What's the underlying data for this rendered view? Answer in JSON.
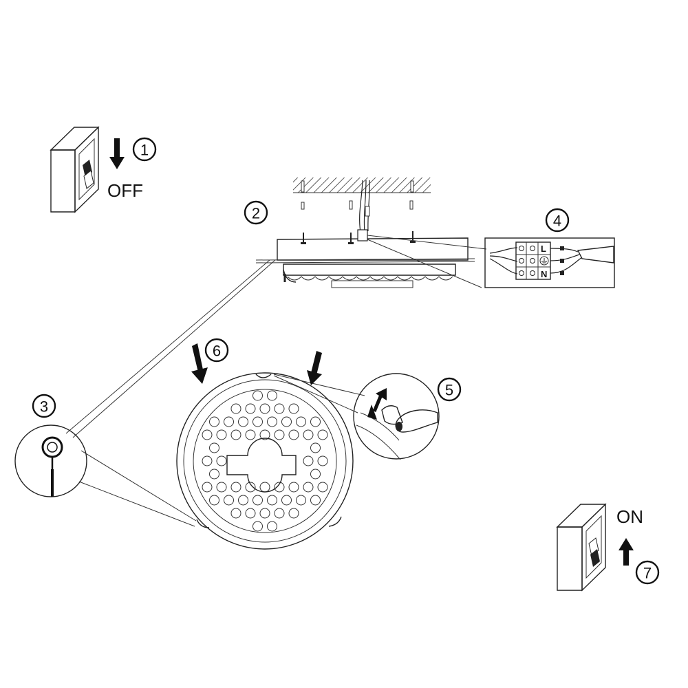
{
  "labels": {
    "off": "OFF",
    "on": "ON"
  },
  "steps": [
    {
      "id": 1,
      "text": "1"
    },
    {
      "id": 2,
      "text": "2"
    },
    {
      "id": 3,
      "text": "3"
    },
    {
      "id": 4,
      "text": "4"
    },
    {
      "id": 5,
      "text": "5"
    },
    {
      "id": 6,
      "text": "6"
    },
    {
      "id": 7,
      "text": "7"
    }
  ],
  "terminal_labels": {
    "live": "L",
    "neutral": "N"
  },
  "icons": [
    "wall-switch-icon",
    "down-arrow-icon",
    "up-arrow-icon",
    "ground-symbol-icon"
  ]
}
